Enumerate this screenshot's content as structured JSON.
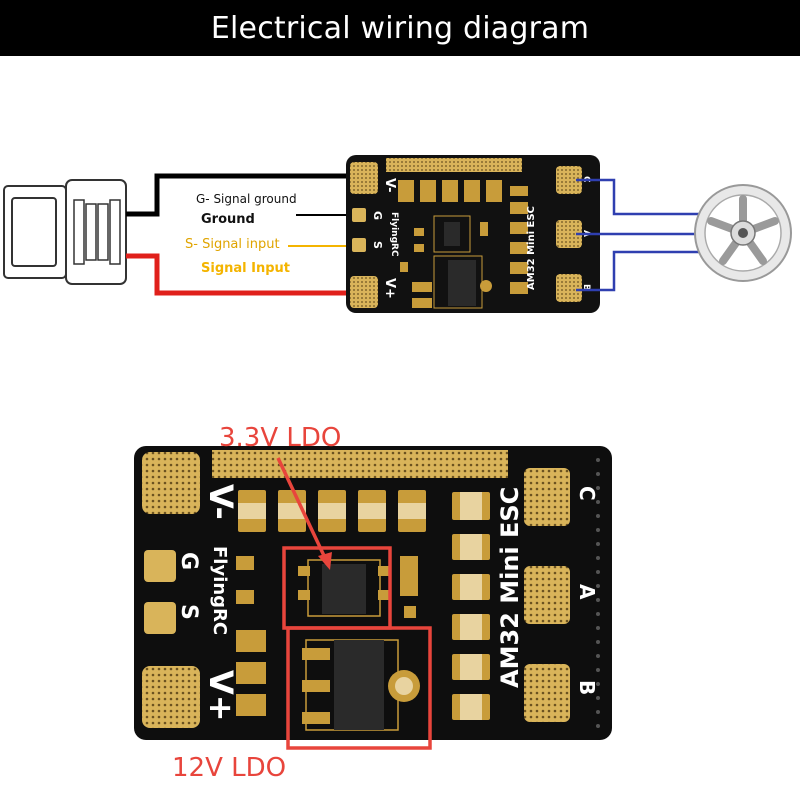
{
  "header": {
    "title": "Electrical wiring diagram"
  },
  "top_diagram": {
    "labels": {
      "g_signal_ground": "G- Signal ground",
      "ground": "Ground",
      "s_signal_input": "S- Signal input",
      "signal_input": "Signal Input"
    },
    "board": {
      "pad_v_minus": "V-",
      "pad_g": "G",
      "pad_s": "S",
      "pad_v_plus": "V+",
      "brand": "FlyingRC",
      "model": "AM32 Mini ESC",
      "phase_c": "C",
      "phase_a": "A",
      "phase_b": "B"
    },
    "wire_colors": {
      "ground": "#000000",
      "power": "#e0201b",
      "signal": "#f4b400",
      "motor": "#2f3fb0"
    }
  },
  "bottom_diagram": {
    "callouts": {
      "ldo_3v3": "3.3V LDO",
      "ldo_12v": "12V LDO"
    },
    "board": {
      "pad_v_minus": "V-",
      "pad_g": "G",
      "pad_s": "S",
      "pad_v_plus": "V+",
      "brand": "FlyingRC",
      "model": "AM32 Mini ESC",
      "phase_c": "C",
      "phase_a": "A",
      "phase_b": "B"
    },
    "callout_color": "#e8453c"
  }
}
